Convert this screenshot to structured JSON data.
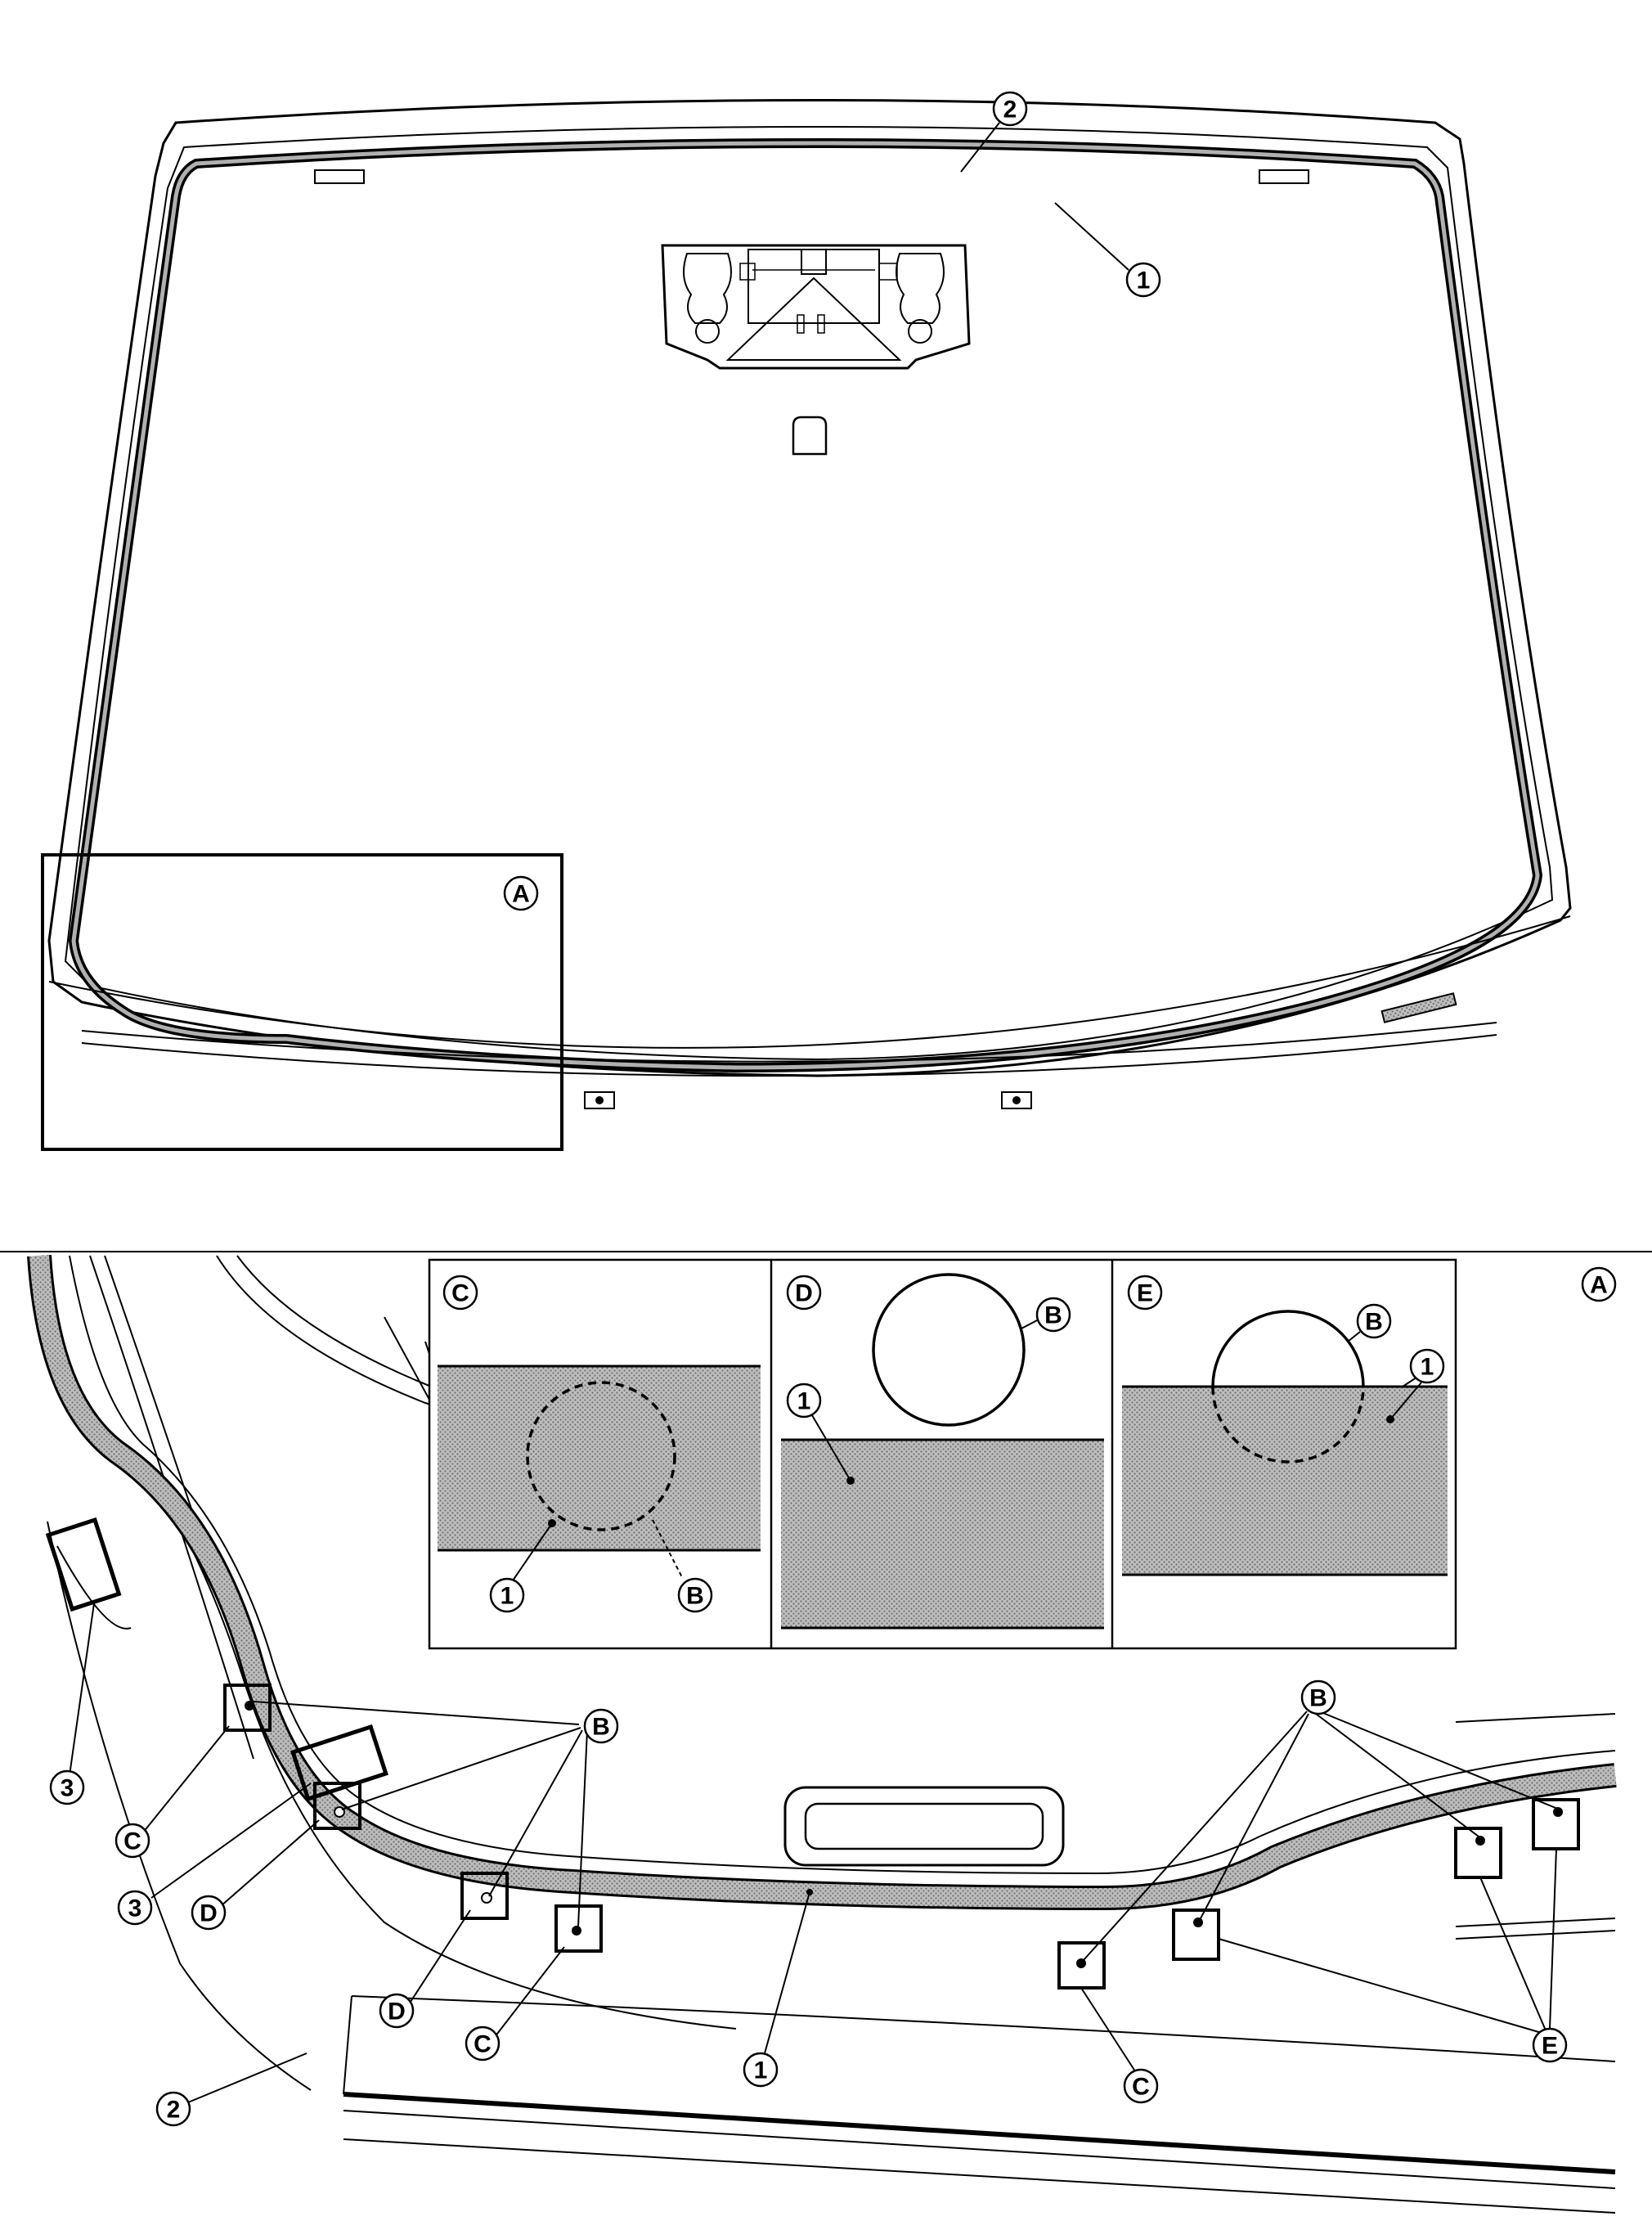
{
  "labels": {
    "one": "1",
    "two": "2",
    "three": "3",
    "a": "A",
    "b": "B",
    "c": "C",
    "d": "D",
    "e": "E"
  },
  "colors": {
    "line": "#000000",
    "sealant": "#9a9a9a",
    "background": "#ffffff"
  }
}
